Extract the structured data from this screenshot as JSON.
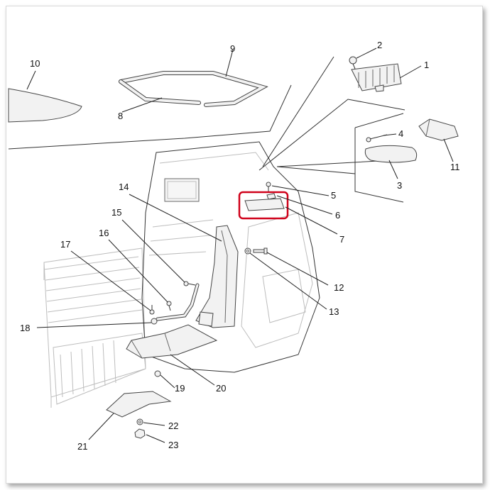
{
  "diagram": {
    "callouts": [
      {
        "id": "c1",
        "label": "1"
      },
      {
        "id": "c2",
        "label": "2"
      },
      {
        "id": "c3",
        "label": "3"
      },
      {
        "id": "c4",
        "label": "4"
      },
      {
        "id": "c5",
        "label": "5"
      },
      {
        "id": "c6",
        "label": "6"
      },
      {
        "id": "c7",
        "label": "7"
      },
      {
        "id": "c8",
        "label": "8"
      },
      {
        "id": "c9",
        "label": "9"
      },
      {
        "id": "c10",
        "label": "10"
      },
      {
        "id": "c11",
        "label": "11"
      },
      {
        "id": "c12",
        "label": "12"
      },
      {
        "id": "c13",
        "label": "13"
      },
      {
        "id": "c14",
        "label": "14"
      },
      {
        "id": "c15",
        "label": "15"
      },
      {
        "id": "c16",
        "label": "16"
      },
      {
        "id": "c17",
        "label": "17"
      },
      {
        "id": "c18",
        "label": "18"
      },
      {
        "id": "c19",
        "label": "19"
      },
      {
        "id": "c20",
        "label": "20"
      },
      {
        "id": "c21",
        "label": "21"
      },
      {
        "id": "c22",
        "label": "22"
      },
      {
        "id": "c23",
        "label": "23"
      }
    ],
    "highlight_color": "#d0021b"
  }
}
